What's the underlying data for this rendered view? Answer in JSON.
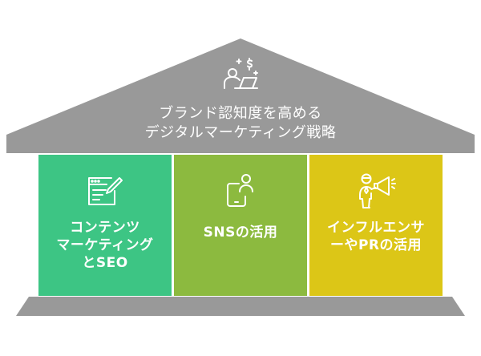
{
  "roof": {
    "title_line1": "ブランド認知度を高める",
    "title_line2": "デジタルマーケティング戦略",
    "icon": "person-laptop-dollar-icon",
    "color": "#999999"
  },
  "pillars": [
    {
      "lines": [
        "コンテンツ",
        "マーケティング",
        "とSEO"
      ],
      "icon": "browser-pencil-icon",
      "color": "#3dc584"
    },
    {
      "lines": [
        "SNSの活用"
      ],
      "icon": "phone-user-icon",
      "color": "#8cba3f"
    },
    {
      "lines": [
        "インフルエンサ",
        "ーやPRの活用"
      ],
      "icon": "person-megaphone-icon",
      "color": "#dcc617"
    }
  ],
  "base": {
    "color": "#999999"
  }
}
